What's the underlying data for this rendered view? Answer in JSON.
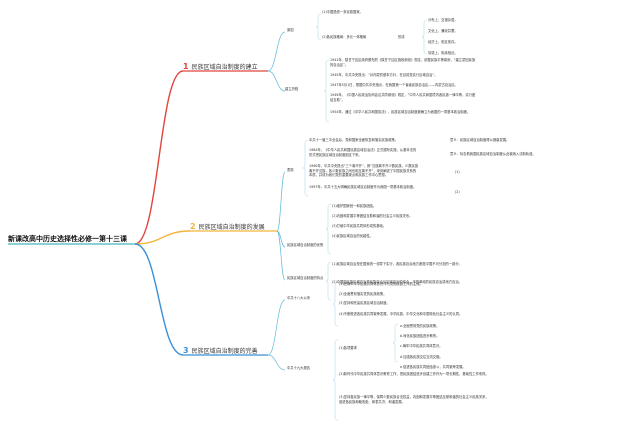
{
  "title": "新课改高中历史选择性必修一第十三课",
  "colors": {
    "b1": "#e0463c",
    "b2": "#f2b63a",
    "b3": "#3b8fd4",
    "root": "#16a3a8",
    "sub": "#5db8d8",
    "leaf": "#a8d4e4"
  },
  "branches": [
    {
      "num": "1",
      "label": "民族区域自治制度的建立",
      "subs": [
        {
          "label": "原因",
          "leaves": [
            "(1)中国是统一多民族国家。",
            "(2)各民族格局：多元一体格局",
            {
              "label": "形成",
              "items": [
                "分布上，交错杂居。",
                "文化上，兼收并蓄。",
                "经济上，相互依存。",
                "情感上，相亲相近。"
              ]
            }
          ]
        },
        {
          "label": "建立历程",
          "leaves": [
            "1941年，陕甘宁边区政府颁布的《陕甘宁边区施政纲领》规定，依据民族平等原则，“建立蒙回民族的自治区”。",
            "1945年，中共中央提出：“对内蒙的基本方针，在目前是实行区域自治”。",
            "1947年5月1日，根据中共中央指示，在我国第一个省级民族自治区——内蒙古自治区。",
            "1949年，《中国人民政治协商会议共同纲领》规定，“中华人民共和国境内各民族一律平等，实行团结互助”。",
            "1954年，通过《中华人民共和国宪法》，民族区域自治制度被确立为我国的一项基本政治制度。"
          ]
        }
      ]
    },
    {
      "num": "2",
      "label": "民族区域自治制度的发展",
      "subs": [
        {
          "label": "表现",
          "leaves": [
            "中共十一届三中全会后，党和国家全面恢复和落实民族政策。",
            "1984年，《中华人民共和国民族区域自治法》正式颁布实施，从基本法的形式把民族区域自治制度固定下来。",
            "1990年，中共中央提出“三个离不开”，即“汉族离不开少数民族，少数民族离不开汉族，各少数民族之间也相互离不开”，深刻阐述了中国民族关系的本质，并成为我们党的重要观点和民族工作中心思想。",
            "1997年，中共十五大明确民族区域自治制度作为我国一项基本政治制度。"
          ],
          "notes": [
            "意义：民族区域自治制度得以健康发展。",
            "意义：标志着我国民族区域自治制度从此被纳入法制轨道。",
            "(1)",
            "(2)"
          ]
        },
        {
          "label": "民族区域自治制度的优势",
          "leaves": [
            "(1)维护国家统一和民族团结。",
            "(2)巩固和发展平等团结互助和谐的社会主义民族关系。",
            "(3)打破中华民族共同体形成的基础。",
            "(4)民族区域自治的优越性。"
          ]
        },
        {
          "label": "民族区域自治制度的特点",
          "leaves": [
            "(1)民族区域自治是在国家统一领导下实行，各民族自治地方都是中国不可分割的一部分。",
            "(2)中国的民族区域自治是民族自治与区域自治的结合，不是单纯的民族自治或地方自治。"
          ]
        }
      ]
    },
    {
      "num": "3",
      "label": "民族区域自治制度的完善",
      "subs": [
        {
          "label": "中共十八大以来",
          "leaves": [
            "(1)把铸牢中华民族共同体意识作为党的民族工作的主线。",
            "(2)全面贯彻落实党的民族政策。",
            "(3)坚持和完善民族区域自治制度。",
            "(4)不断推进各民族共同繁荣发展，中华民族、中华文化和中国特色社会主义的认同。"
          ]
        },
        {
          "label": "中共十九大报告",
          "leaves": [
            {
              "label": "(1)各项要求",
              "items": [
                "a.全面贯彻党的民族政策。",
                "b.深化民族团结进步教育。",
                "c.铸牢中华民族共同体意识。",
                "d.加强各民族交往交流交融。",
                "e.促进各民族共同团结奋斗，共同繁荣发展。"
              ]
            },
            "(2)新时代中华民族共同体意识教育工作，把民族团结进步创建工作作为一项长期性、基础性工作来抓。",
            "(3)坚持各民族一律平等，保障少数民族合法权益，巩固和发展平等团结互助和谐的社会主义民族关系，促进各民族和睦相处、和衷共济、和谐发展。"
          ]
        }
      ]
    }
  ]
}
